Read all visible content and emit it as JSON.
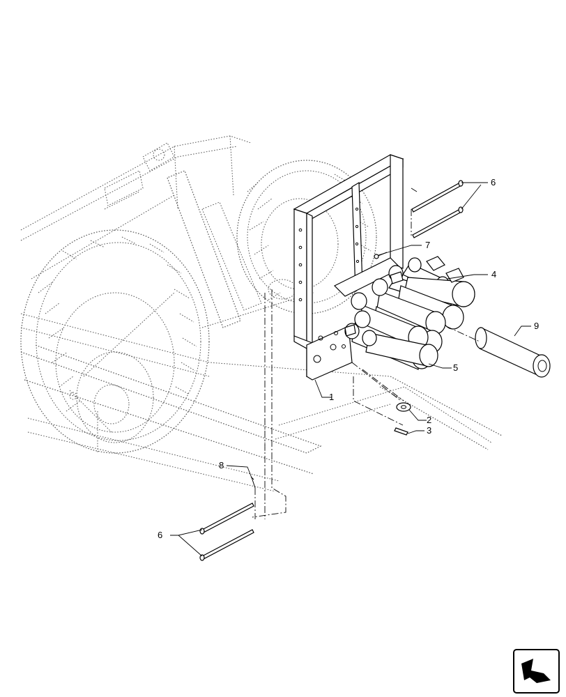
{
  "figure": {
    "callouts": {
      "c1": "1",
      "c2": "2",
      "c3": "3",
      "c4": "4",
      "c5": "5",
      "c6_top": "6",
      "c6_bottom": "6",
      "c7": "7",
      "c8": "8",
      "c9": "9"
    },
    "nav_icon": "next-page-arrow-icon"
  }
}
